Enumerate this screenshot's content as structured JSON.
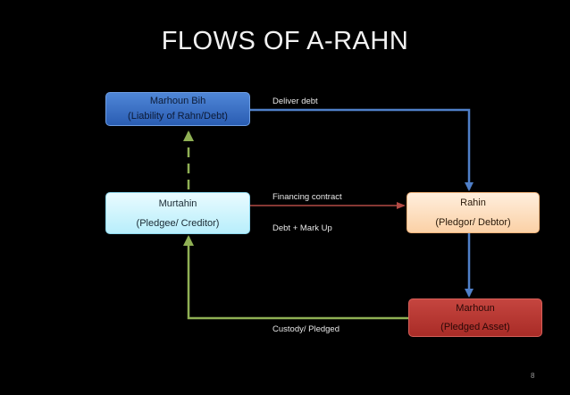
{
  "title": "FLOWS OF A-RAHN",
  "nodes": {
    "marhoun_bih": {
      "line1": "Marhoun Bih",
      "line2": "(Liability of Rahn/Debt)"
    },
    "murtahin": {
      "line1": "Murtahin",
      "line2": "(Pledgee/ Creditor)"
    },
    "rahin": {
      "line1": "Rahin",
      "line2": "(Pledgor/ Debtor)"
    },
    "marhoun": {
      "line1": "Marhoun",
      "line2": "(Pledged Asset)"
    }
  },
  "labels": {
    "deliver_debt": "Deliver debt",
    "financing_contract": "Financing contract",
    "debt_mark_up": "Debt + Mark Up",
    "custody_pledged": "Custody/ Pledged"
  },
  "page_number": "8",
  "colors": {
    "blue_arrow": "#4f7fc8",
    "red_arrow": "#b24a44",
    "green_arrow": "#8fb054"
  }
}
